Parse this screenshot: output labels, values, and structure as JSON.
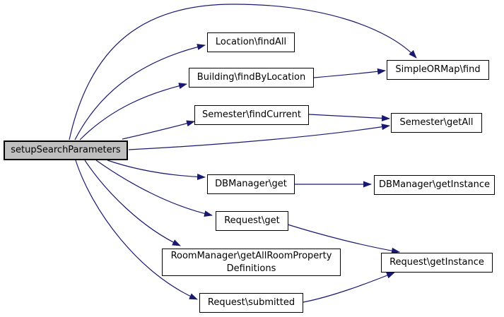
{
  "diagram": {
    "type": "call-graph",
    "background_color": "#ffffff",
    "edge_color": "#191970",
    "node_border_color": "#000000",
    "node_fill_color": "#ffffff",
    "root_node_fill_color": "#bfbfbf",
    "root": "setupSearchParameters",
    "nodes": [
      {
        "id": "setup-search-parameters",
        "label": "setupSearchParameters",
        "is_root": true
      },
      {
        "id": "location-findall",
        "label": "Location\\findAll"
      },
      {
        "id": "building-findbylocation",
        "label": "Building\\findByLocation"
      },
      {
        "id": "semester-findcurrent",
        "label": "Semester\\findCurrent"
      },
      {
        "id": "dbmanager-get",
        "label": "DBManager\\get"
      },
      {
        "id": "request-get",
        "label": "Request\\get"
      },
      {
        "id": "roommanager-getallroompropertydefinitions",
        "label1": "RoomManager\\getAllRoomProperty",
        "label2": "Definitions"
      },
      {
        "id": "request-submitted",
        "label": "Request\\submitted"
      },
      {
        "id": "simpleormap-find",
        "label": "SimpleORMap\\find"
      },
      {
        "id": "semester-getall",
        "label": "Semester\\getAll"
      },
      {
        "id": "dbmanager-getinstance",
        "label": "DBManager\\getInstance"
      },
      {
        "id": "request-getinstance",
        "label": "Request\\getInstance"
      }
    ],
    "edges": [
      {
        "from": "setup-search-parameters",
        "to": "simpleormap-find"
      },
      {
        "from": "setup-search-parameters",
        "to": "location-findall"
      },
      {
        "from": "setup-search-parameters",
        "to": "building-findbylocation"
      },
      {
        "from": "setup-search-parameters",
        "to": "semester-findcurrent"
      },
      {
        "from": "setup-search-parameters",
        "to": "semester-getall"
      },
      {
        "from": "setup-search-parameters",
        "to": "dbmanager-get"
      },
      {
        "from": "setup-search-parameters",
        "to": "request-get"
      },
      {
        "from": "setup-search-parameters",
        "to": "roommanager-getallroompropertydefinitions"
      },
      {
        "from": "setup-search-parameters",
        "to": "request-submitted"
      },
      {
        "from": "building-findbylocation",
        "to": "simpleormap-find"
      },
      {
        "from": "semester-findcurrent",
        "to": "semester-getall"
      },
      {
        "from": "dbmanager-get",
        "to": "dbmanager-getinstance"
      },
      {
        "from": "request-get",
        "to": "request-getinstance"
      },
      {
        "from": "request-submitted",
        "to": "request-getinstance"
      }
    ]
  }
}
